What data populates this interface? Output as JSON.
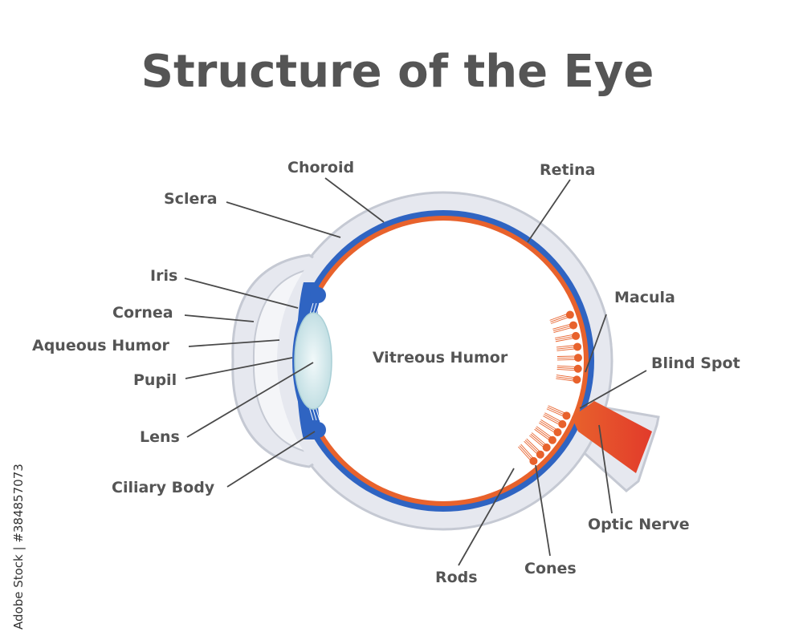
{
  "title": "Structure of the Eye",
  "labels": {
    "choroid": "Choroid",
    "sclera": "Sclera",
    "retina": "Retina",
    "iris": "Iris",
    "cornea": "Cornea",
    "aqueous_humor": "Aqueous Humor",
    "pupil": "Pupil",
    "lens": "Lens",
    "ciliary_body": "Ciliary Body",
    "vitreous_humor": "Vitreous Humor",
    "macula": "Macula",
    "blind_spot": "Blind Spot",
    "optic_nerve": "Optic Nerve",
    "rods": "Rods",
    "cones": "Cones"
  },
  "watermark": "Adobe Stock | #384857073",
  "colors": {
    "text": "#555555",
    "sclera": "#e6e8ef",
    "sclera_edge": "#c5c9d3",
    "choroid": "#2f64c2",
    "retina": "#e8622c",
    "optic_nerve_end": "#e23b2b",
    "lens": "#d6ecef"
  }
}
